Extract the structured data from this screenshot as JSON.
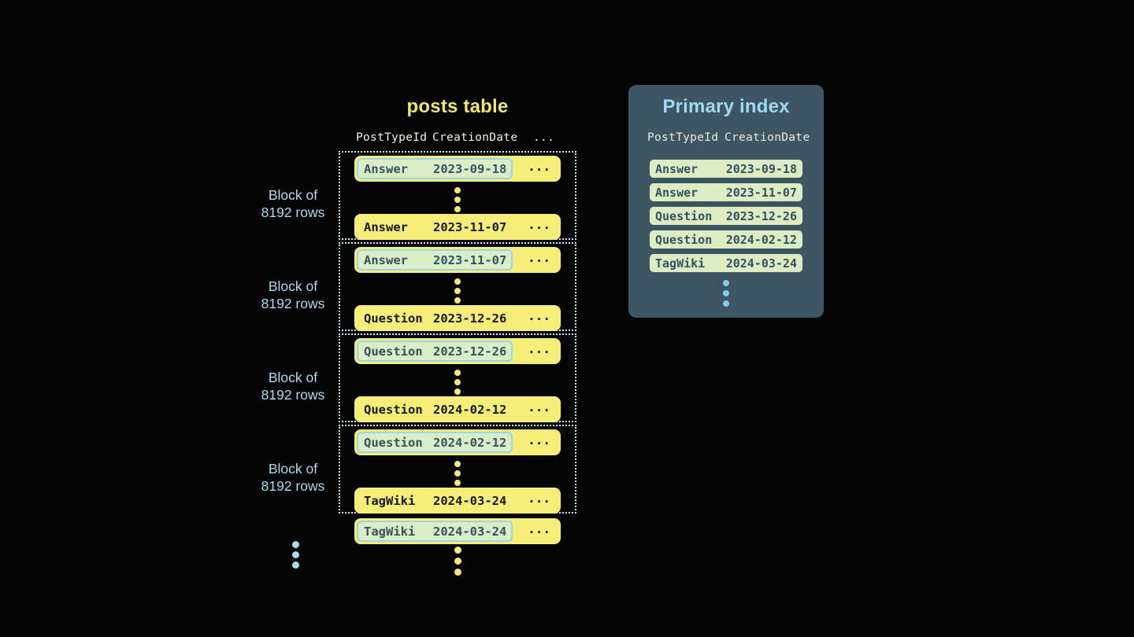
{
  "posts_table": {
    "title": "posts table",
    "columns": {
      "col1": "PostTypeId",
      "col2": "CreationDate",
      "col3": "..."
    },
    "blocks": [
      {
        "label_line1": "Block of",
        "label_line2": "8192 rows",
        "first_row": {
          "post_type": "Answer",
          "creation_date": "2023-09-18",
          "more": "..."
        },
        "last_row": {
          "post_type": "Answer",
          "creation_date": "2023-11-07",
          "more": "..."
        }
      },
      {
        "label_line1": "Block of",
        "label_line2": "8192 rows",
        "first_row": {
          "post_type": "Answer",
          "creation_date": "2023-11-07",
          "more": "..."
        },
        "last_row": {
          "post_type": "Question",
          "creation_date": "2023-12-26",
          "more": "..."
        }
      },
      {
        "label_line1": "Block of",
        "label_line2": "8192 rows",
        "first_row": {
          "post_type": "Question",
          "creation_date": "2023-12-26",
          "more": "..."
        },
        "last_row": {
          "post_type": "Question",
          "creation_date": "2024-02-12",
          "more": "..."
        }
      },
      {
        "label_line1": "Block of",
        "label_line2": "8192 rows",
        "first_row": {
          "post_type": "Question",
          "creation_date": "2024-02-12",
          "more": "..."
        },
        "last_row": {
          "post_type": "TagWiki",
          "creation_date": "2024-03-24",
          "more": "..."
        }
      }
    ],
    "overflow_row": {
      "post_type": "TagWiki",
      "creation_date": "2024-03-24",
      "more": "..."
    }
  },
  "primary_index": {
    "title": "Primary index",
    "columns": {
      "col1": "PostTypeId",
      "col2": "CreationDate"
    },
    "rows": [
      {
        "post_type": "Answer",
        "creation_date": "2023-09-18"
      },
      {
        "post_type": "Answer",
        "creation_date": "2023-11-07"
      },
      {
        "post_type": "Question",
        "creation_date": "2023-12-26"
      },
      {
        "post_type": "Question",
        "creation_date": "2024-02-12"
      },
      {
        "post_type": "TagWiki",
        "creation_date": "2024-03-24"
      }
    ]
  },
  "colors": {
    "background": "#030303",
    "row_yellow": "#f5ee79",
    "title_yellow": "#f0e76d",
    "block_border_dotted": "#cfeaf5",
    "block_label_blue": "#abdcee",
    "panel_background": "#3e5663",
    "panel_title_blue": "#9ed9f1",
    "index_row_green": "#dcedc4",
    "highlight_green": "#d9edc6",
    "highlight_border_cyan": "#9cd3e7",
    "dark_text": "#16181d",
    "slate_text": "#33515f"
  }
}
